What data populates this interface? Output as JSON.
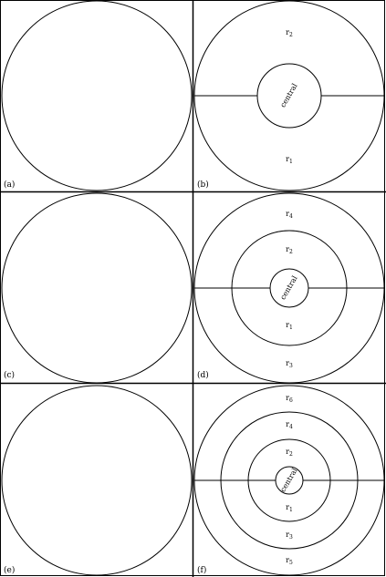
{
  "figure": {
    "panels": [
      {
        "id": "a",
        "label": "(a)",
        "rings": []
      },
      {
        "id": "b",
        "label": "(b)",
        "central": "central",
        "rings": [
          {
            "top": "r",
            "top_sub": "2",
            "bottom": "r",
            "bottom_sub": "1"
          }
        ]
      },
      {
        "id": "c",
        "label": "(c)",
        "rings": []
      },
      {
        "id": "d",
        "label": "(d)",
        "central": "central",
        "rings": [
          {
            "top": "r",
            "top_sub": "2",
            "bottom": "r",
            "bottom_sub": "1"
          },
          {
            "top": "r",
            "top_sub": "4",
            "bottom": "r",
            "bottom_sub": "3"
          }
        ]
      },
      {
        "id": "e",
        "label": "(e)",
        "rings": []
      },
      {
        "id": "f",
        "label": "(f)",
        "central": "central",
        "rings": [
          {
            "top": "r",
            "top_sub": "2",
            "bottom": "r",
            "bottom_sub": "1"
          },
          {
            "top": "r",
            "top_sub": "4",
            "bottom": "r",
            "bottom_sub": "3"
          },
          {
            "top": "r",
            "top_sub": "6",
            "bottom": "r",
            "bottom_sub": "5"
          }
        ]
      }
    ]
  }
}
